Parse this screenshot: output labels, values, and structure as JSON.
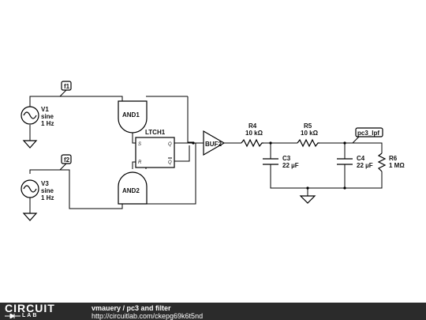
{
  "schematic": {
    "v1": {
      "name": "V1",
      "type": "sine",
      "freq": "1 Hz"
    },
    "v3": {
      "name": "V3",
      "type": "sine",
      "freq": "1 Hz"
    },
    "net_f1": "f1",
    "net_f2": "f2",
    "and1": "AND1",
    "and2": "AND2",
    "latch": {
      "name": "LTCH1",
      "s": "S",
      "r": "R",
      "q": "Q",
      "qbar": "Q"
    },
    "buf": "BUF2",
    "r4": {
      "name": "R4",
      "value": "10 kΩ"
    },
    "r5": {
      "name": "R5",
      "value": "10 kΩ"
    },
    "r6": {
      "name": "R6",
      "value": "1 MΩ"
    },
    "c3": {
      "name": "C3",
      "value": "22 µF"
    },
    "c4": {
      "name": "C4",
      "value": "22 µF"
    },
    "net_out": "pc3_lpf"
  },
  "footer": {
    "logo_top": "CIRCUIT",
    "logo_bottom": "LAB",
    "author": "vmauery",
    "separator": " / ",
    "project": "pc3 and filter",
    "url": "http://circuitlab.com/ckepg69k6t5nd"
  },
  "colors": {
    "footer_bg": "#2b2b2b",
    "line": "#000000"
  }
}
